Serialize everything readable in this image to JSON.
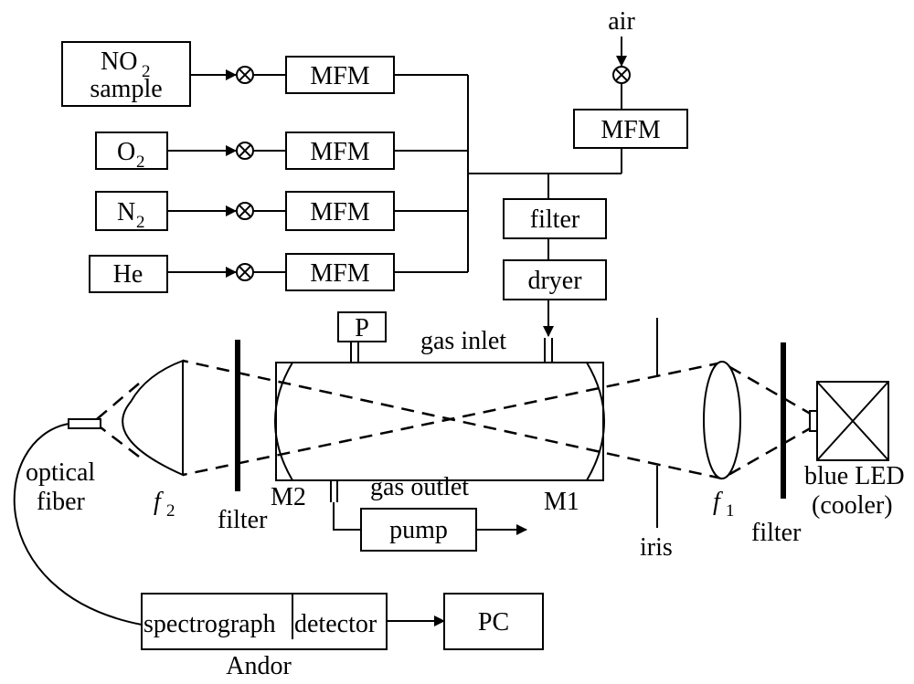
{
  "sources": {
    "no2_line1": "NO",
    "no2_sub": "2",
    "no2_line2": "sample",
    "o2": "O",
    "o2_sub": "2",
    "n2": "N",
    "n2_sub": "2",
    "he": "He"
  },
  "mfm_label": "MFM",
  "air_label": "air",
  "filter_box": "filter",
  "dryer_box": "dryer",
  "cell": {
    "pressure": "P",
    "gas_inlet": "gas inlet",
    "gas_outlet": "gas outlet",
    "m1": "M1",
    "m2": "M2"
  },
  "pump": "pump",
  "optics": {
    "optical_fiber_line1": "optical",
    "optical_fiber_line2": "fiber",
    "f2": "f",
    "f2_sub": "2",
    "f1": "f",
    "f1_sub": "1",
    "filter_left": "filter",
    "filter_right": "filter",
    "iris": "iris",
    "led_line1": "blue LED",
    "led_line2": "(cooler)"
  },
  "detection": {
    "spectrograph": "spectrograph",
    "detector": "detector",
    "andor": "Andor",
    "pc": "PC"
  }
}
